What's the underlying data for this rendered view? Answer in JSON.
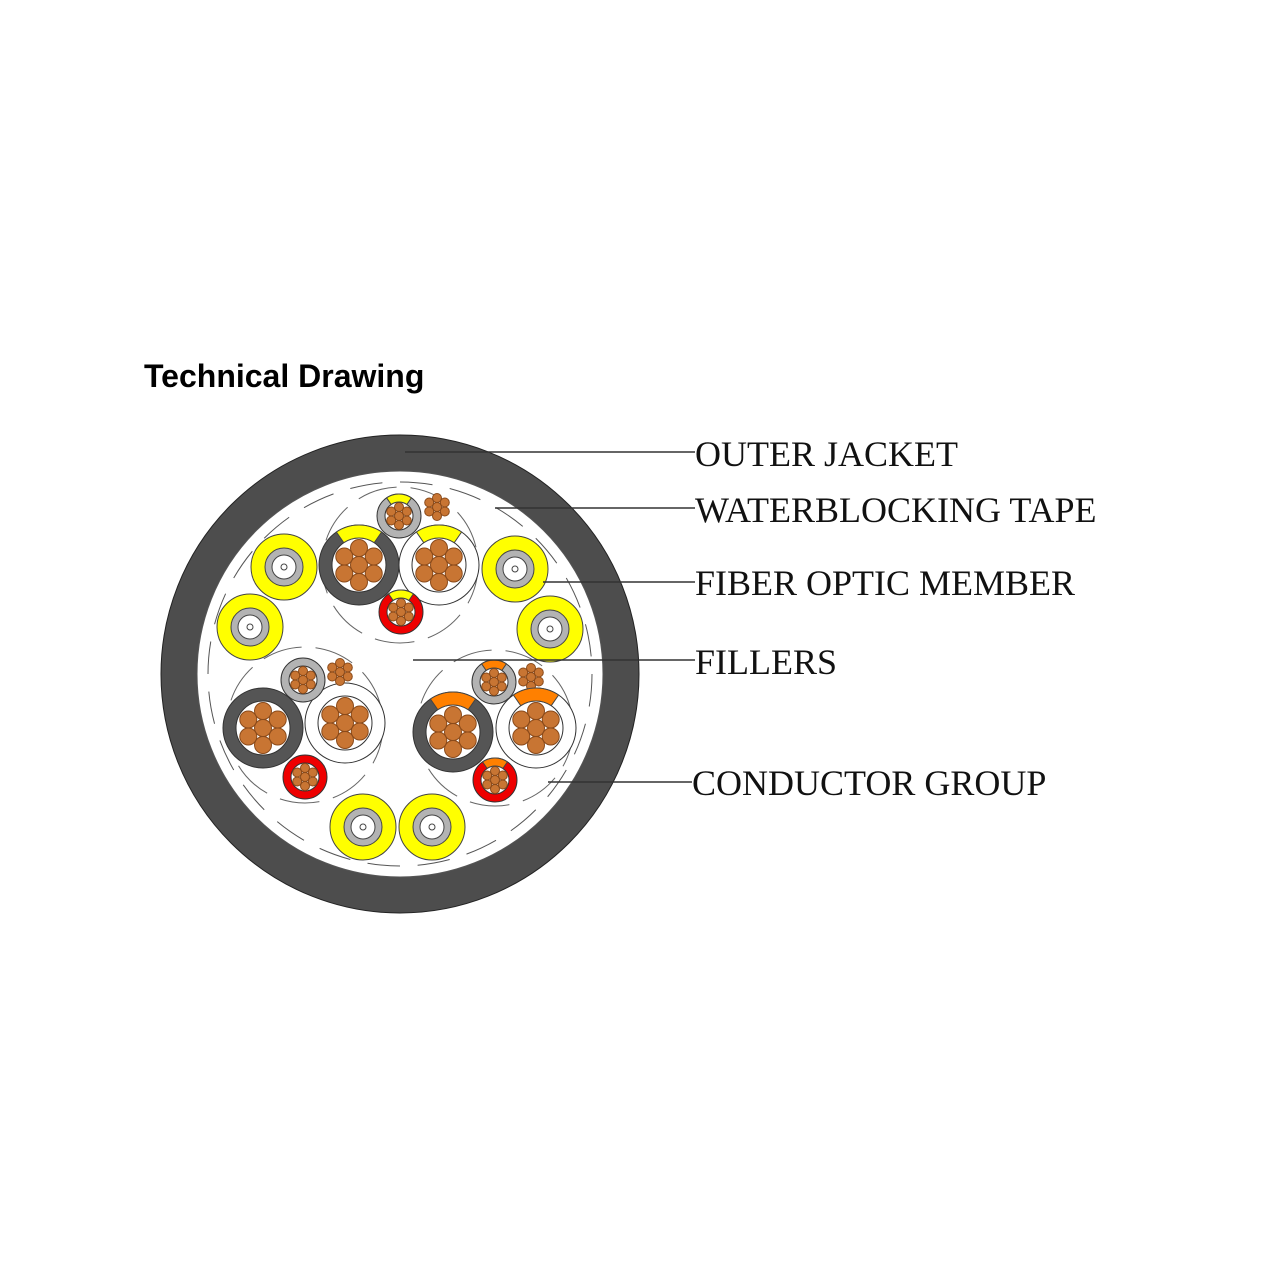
{
  "title": "Technical Drawing",
  "labels": {
    "outer_jacket": "OUTER JACKET",
    "waterblocking_tape": "WATERBLOCKING TAPE",
    "fiber_optic_member": "FIBER OPTIC MEMBER",
    "fillers": "FILLERS",
    "conductor_group": "CONDUCTOR GROUP"
  },
  "colors": {
    "jacket": "#4d4d4d",
    "fiber_buffer": "#ffff00",
    "fiber_inner": "#b3b3b3",
    "copper": "#c87533",
    "red_insulation": "#ee0000",
    "orange_marker": "#ff8000",
    "dark_insulation": "#555555"
  }
}
